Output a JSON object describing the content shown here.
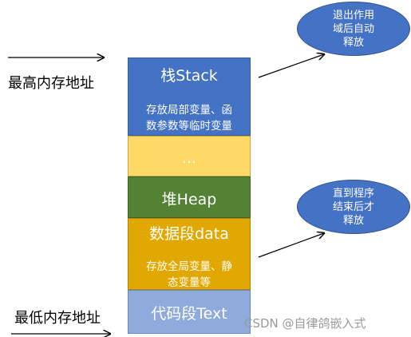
{
  "labels": {
    "high_address": "最高内存地址",
    "low_address": "最低内存地址"
  },
  "segments": {
    "stack": {
      "title": "栈Stack",
      "desc_line1": "存放局部变量、函",
      "desc_line2": "数参数等临时变量",
      "color": "#4472c4"
    },
    "gap": {
      "title": "...",
      "color": "#ffd966"
    },
    "heap": {
      "title": "堆Heap",
      "color": "#548235"
    },
    "data": {
      "title": "数据段data",
      "desc_line1": "存放全局变量、静",
      "desc_line2": "态变量等",
      "color": "#e0a800"
    },
    "text": {
      "title": "代码段Text",
      "color": "#8faadc"
    }
  },
  "callouts": {
    "stack_note": {
      "line1": "退出作用",
      "line2": "域后自动",
      "line3": "释放"
    },
    "data_note": {
      "line1": "直到程序",
      "line2": "结束后才",
      "line3": "释放"
    }
  },
  "watermark": "CSDN @自律鸽嵌入式"
}
